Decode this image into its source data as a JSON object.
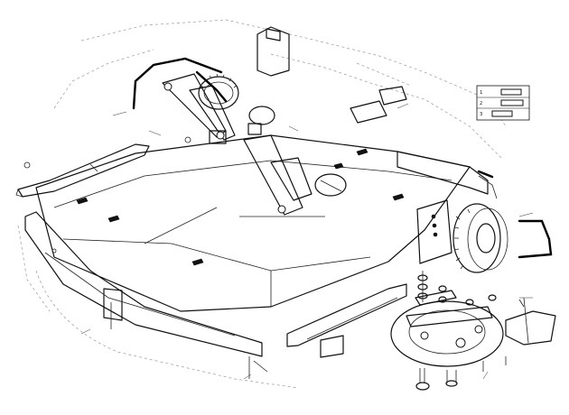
{
  "legend": {
    "rows": [
      {
        "code": "1",
        "text": ""
      },
      {
        "code": "2",
        "text": ""
      },
      {
        "code": "3",
        "text": ""
      }
    ]
  },
  "colors": {
    "ink": "#111111",
    "paper": "#ffffff"
  }
}
